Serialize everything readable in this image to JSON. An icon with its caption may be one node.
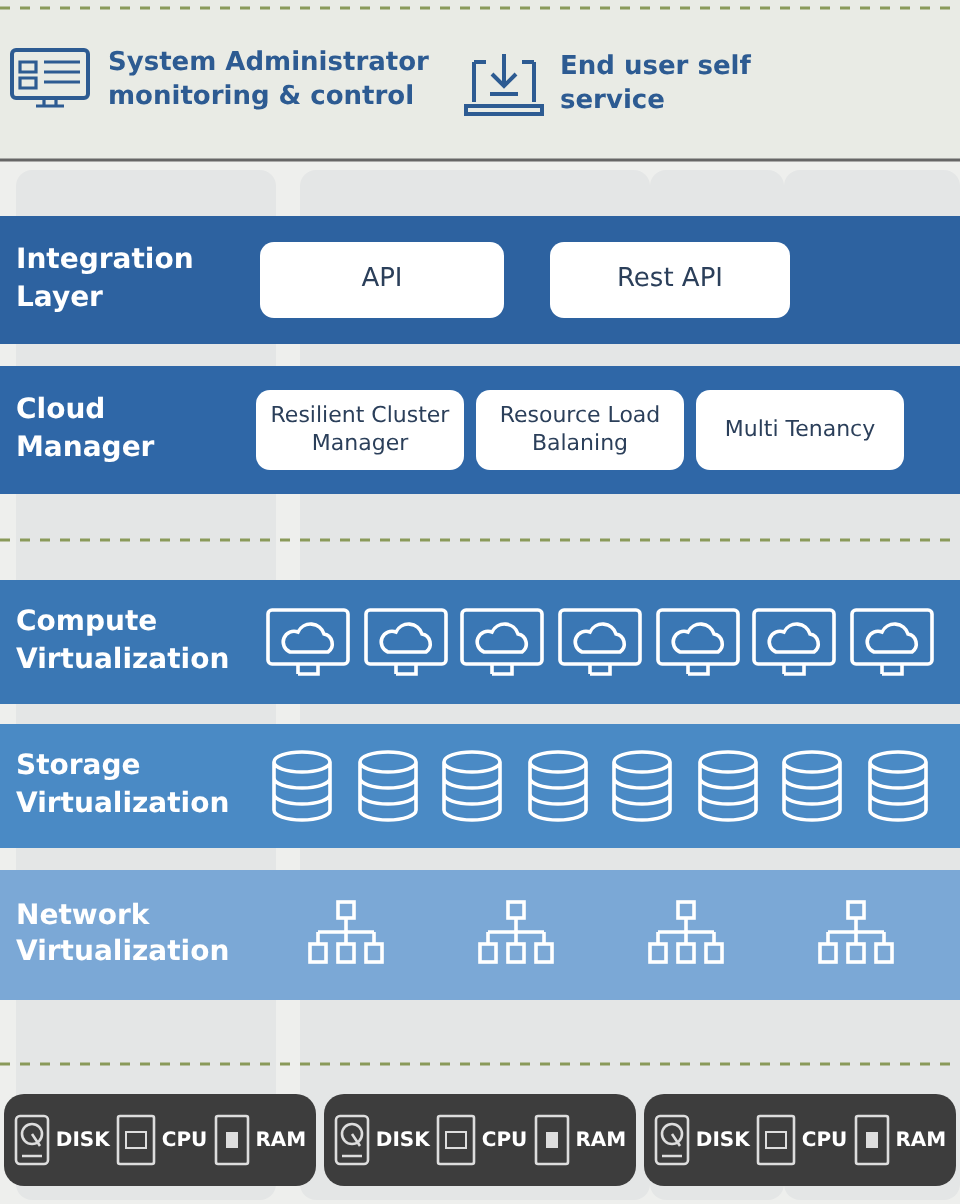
{
  "diagram": {
    "nodes": [
      {
        "text": [
          "System Administrator monitoring & control"
        ]
      },
      {
        "text": [
          "End user self service"
        ]
      },
      {
        "text": [
          "Integration Layer"
        ]
      },
      {
        "text": [
          "API"
        ],
        "in": 2
      },
      {
        "text": [
          "Rest API"
        ],
        "in": 2
      },
      {
        "text": [
          "Cloud Manager"
        ]
      },
      {
        "text": [
          "Resilient Cluster Manager"
        ],
        "in": 5
      },
      {
        "text": [
          "Resource Load Balaning"
        ],
        "in": 5
      },
      {
        "text": [
          "Multi Tenancy"
        ],
        "in": 5
      },
      {
        "text": [
          "Compute Virtualization"
        ]
      },
      {
        "text": [
          "Storage Virtualization"
        ]
      },
      {
        "text": [
          "Network Virtualization"
        ]
      },
      {
        "text": [
          "DISK",
          "CPU",
          "RAM"
        ]
      },
      {
        "text": [
          "DISK",
          "CPU",
          "RAM"
        ]
      },
      {
        "text": [
          "DISK",
          "CPU",
          "RAM"
        ]
      }
    ]
  }
}
